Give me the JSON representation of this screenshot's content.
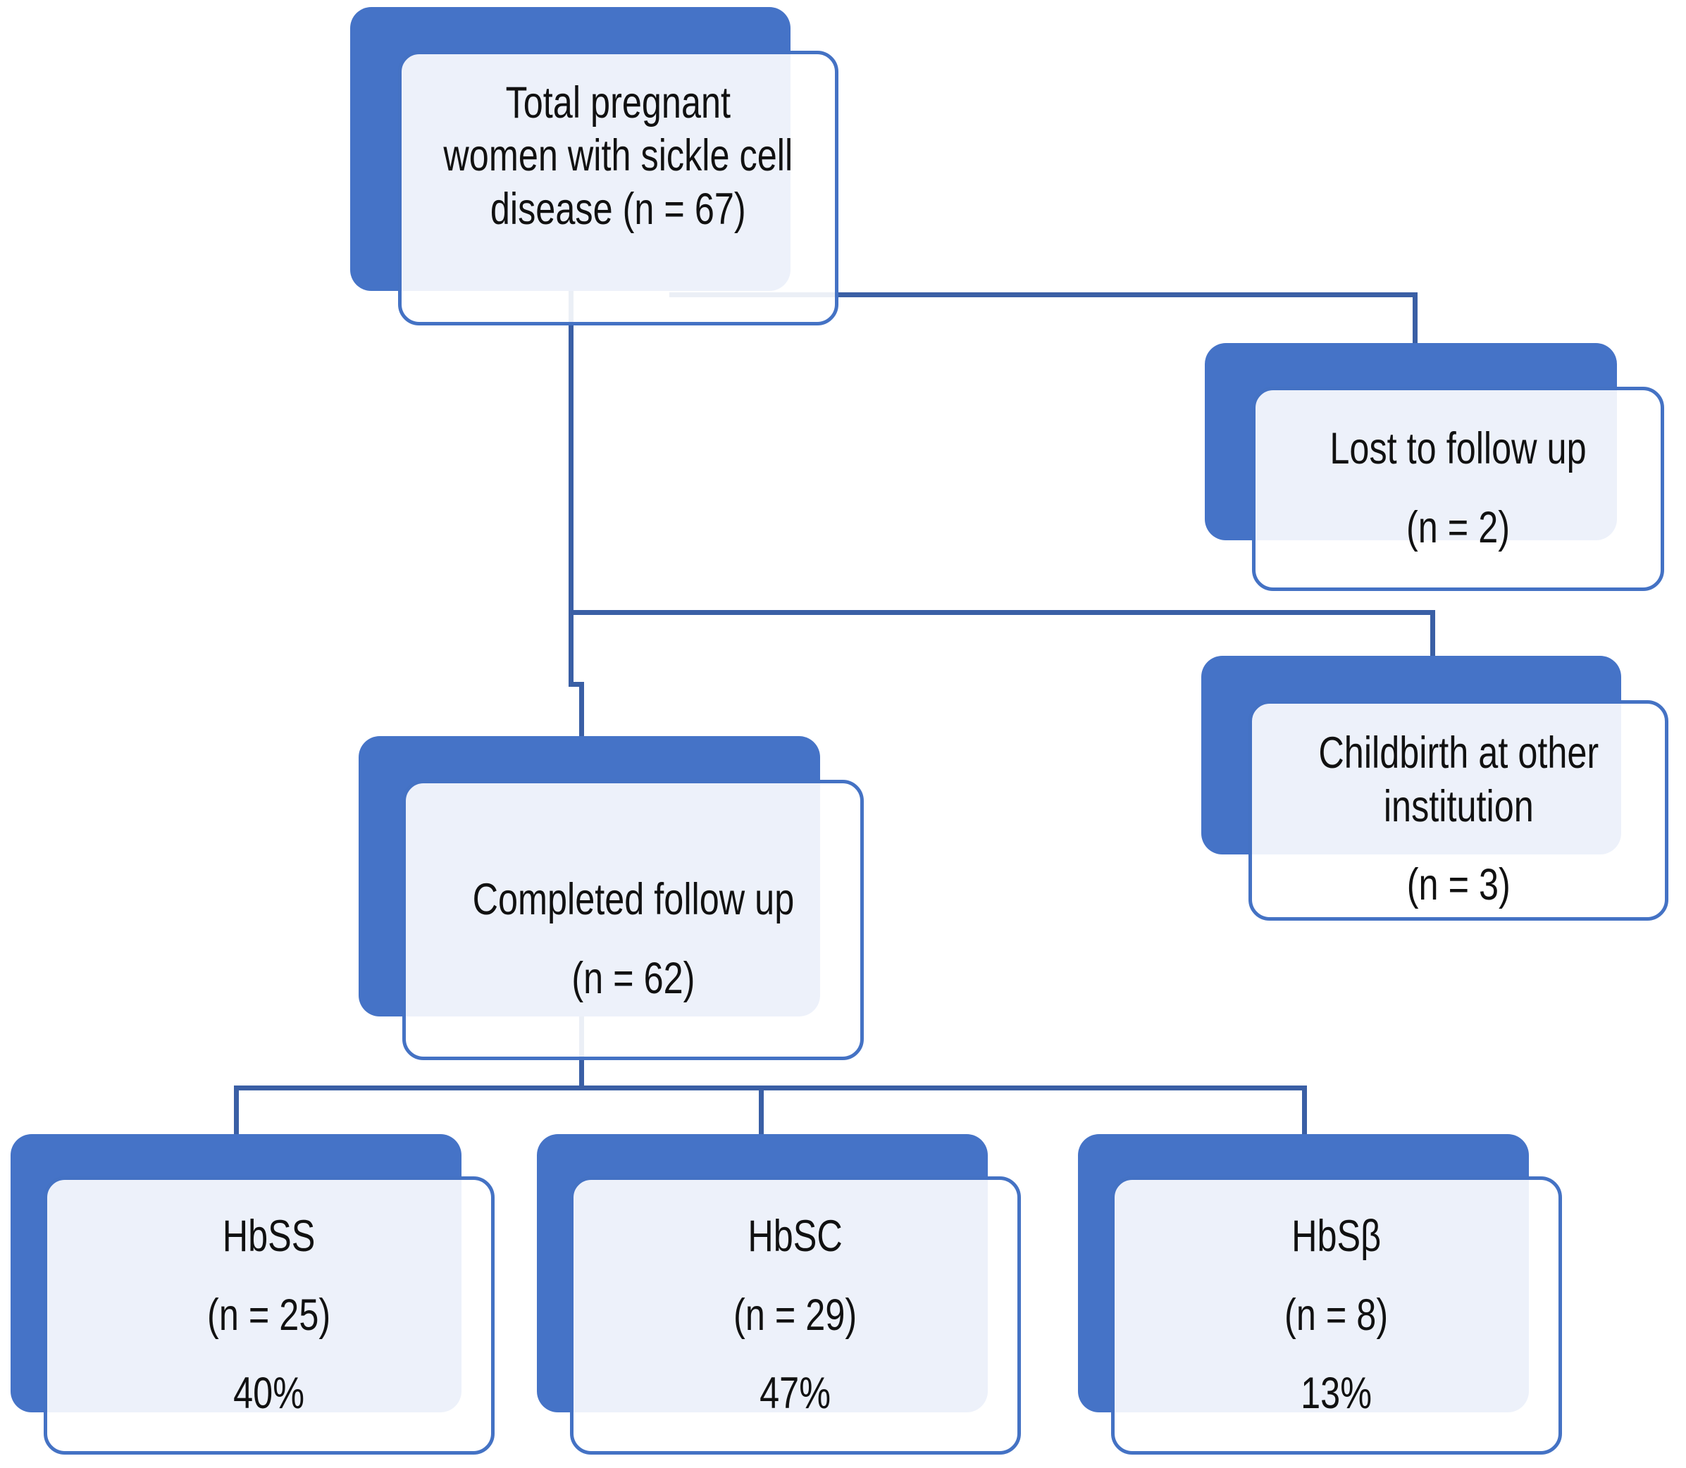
{
  "figure": {
    "type": "flowchart",
    "title": "Study participant flow: pregnant women with sickle cell disease",
    "background": "#FFFFFF"
  },
  "colors": {
    "panel_blue": "#4573C7",
    "card_border": "#4472C4",
    "connector_line": "#3A5FA5",
    "card_overlap_tint": "#ECF1F9",
    "text": "#111111"
  },
  "nodes": {
    "total": {
      "label": "Total pregnant women with sickle cell disease (n = 67)",
      "paragraphs": [
        [
          "Total pregnant",
          "women with sickle cell",
          "disease (n = 67)"
        ]
      ]
    },
    "lost": {
      "label": "Lost to follow up (n = 2)",
      "paragraphs": [
        [
          "Lost to follow up"
        ],
        [
          "(n = 2)"
        ]
      ]
    },
    "childbirth": {
      "label": "Childbirth at other institution (n = 3)",
      "paragraphs": [
        [
          "Childbirth at other",
          "institution"
        ],
        [
          "(n = 3)"
        ]
      ]
    },
    "completed": {
      "label": "Completed follow up (n = 62)",
      "paragraphs": [
        [
          "Completed follow up"
        ],
        [
          "(n = 62)"
        ]
      ]
    },
    "hbss": {
      "label": "HbSS (n = 25) 40%",
      "paragraphs": [
        [
          "HbSS"
        ],
        [
          "(n = 25)"
        ],
        [
          "40%"
        ]
      ]
    },
    "hbsc": {
      "label": "HbSC (n = 29) 47%",
      "paragraphs": [
        [
          "HbSC"
        ],
        [
          "(n = 29)"
        ],
        [
          "47%"
        ]
      ]
    },
    "hbsb": {
      "label": "HbSβ (n = 8) 13%",
      "paragraphs": [
        [
          "HbSβ"
        ],
        [
          "(n = 8)"
        ],
        [
          "13%"
        ]
      ]
    }
  },
  "edges": [
    {
      "from": "total",
      "to": "lost"
    },
    {
      "from": "total",
      "to": "childbirth"
    },
    {
      "from": "total",
      "to": "completed"
    },
    {
      "from": "completed",
      "to": "hbss"
    },
    {
      "from": "completed",
      "to": "hbsc"
    },
    {
      "from": "completed",
      "to": "hbsb"
    }
  ]
}
